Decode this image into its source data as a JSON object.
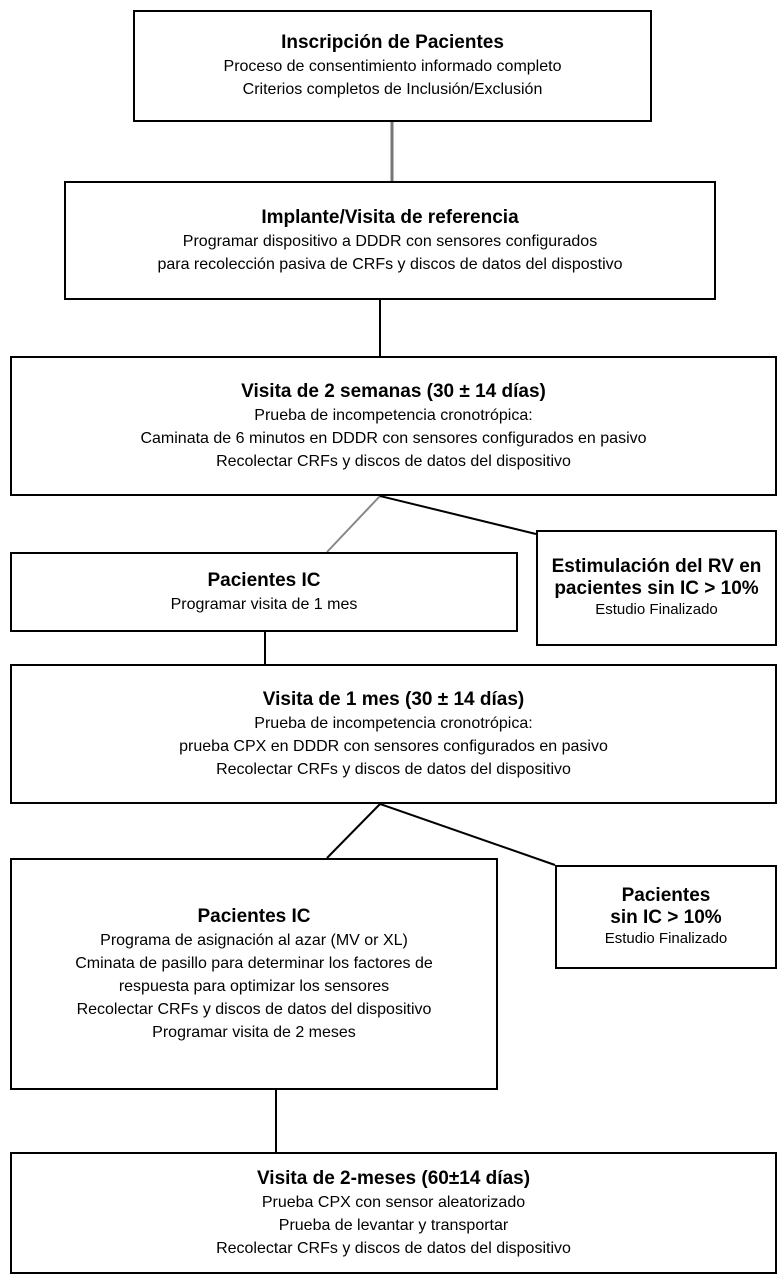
{
  "boxes": {
    "enrollment": {
      "title": "Inscripción de Pacientes",
      "lines": [
        "Proceso de consentimiento informado completo",
        "Criterios completos de Inclusión/Exclusión"
      ]
    },
    "implant": {
      "title": "Implante/Visita de referencia",
      "lines": [
        "Programar dispositivo a DDDR con sensores configurados",
        "para recolección pasiva de CRFs y discos de datos del dispostivo"
      ]
    },
    "two_weeks": {
      "title": "Visita de 2 semanas (30 ± 14 días)",
      "lines": [
        "Prueba de incompetencia cronotrópica:",
        "Caminata de 6 minutos en DDDR con sensores configurados en pasivo",
        "Recolectar CRFs y discos de datos del dispositivo"
      ]
    },
    "ic_patients_1": {
      "title": "Pacientes IC",
      "lines": [
        "Programar visita de 1 mes"
      ]
    },
    "rv_pacing": {
      "title_lines": [
        "Estimulación del RV en",
        "pacientes sin IC > 10%"
      ],
      "lines": [
        "Estudio Finalizado"
      ]
    },
    "one_month": {
      "title": "Visita de 1 mes (30 ± 14 días)",
      "lines": [
        "Prueba de incompetencia cronotrópica:",
        "prueba CPX  en DDDR con sensores configurados en pasivo",
        "Recolectar CRFs y discos de datos del dispositivo"
      ]
    },
    "ic_patients_2": {
      "title": "Pacientes IC",
      "lines": [
        "Programa de asignación al azar (MV or XL)",
        "Cminata de pasillo para determinar los factores de",
        "respuesta para optimizar los sensores",
        "Recolectar CRFs y discos de datos del dispositivo",
        "Programar visita de 2 meses"
      ]
    },
    "no_ic": {
      "title_lines": [
        "Pacientes",
        "sin IC > 10%"
      ],
      "lines": [
        "Estudio Finalizado"
      ]
    },
    "two_months": {
      "title": "Visita de 2-meses (60±14 días)",
      "lines": [
        "Prueba CPX con sensor aleatorizado",
        "Prueba de levantar y transportar",
        "Recolectar CRFs y discos de datos del dispositivo"
      ]
    }
  }
}
